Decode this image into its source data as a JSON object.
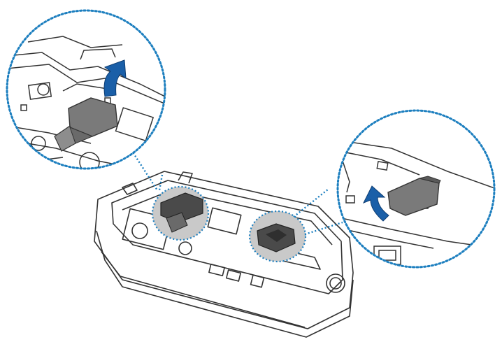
{
  "figure": {
    "kind": "technical-line-illustration",
    "subject": "phone-battery-compartment",
    "callouts": [
      {
        "id": "left-callout",
        "shows": "tab-lift-arrow"
      },
      {
        "id": "right-callout",
        "shows": "tab-lift-arrow"
      }
    ]
  },
  "colors": {
    "callout_dots": "#1d7fbf",
    "arrow_blue": "#1a5fa8",
    "line": "#333333",
    "tab_fill": "#7a7a7a",
    "tab_dark": "#4a4a4a",
    "zoom_fill": "#c9c9c9",
    "body_fill": "#ffffff"
  }
}
